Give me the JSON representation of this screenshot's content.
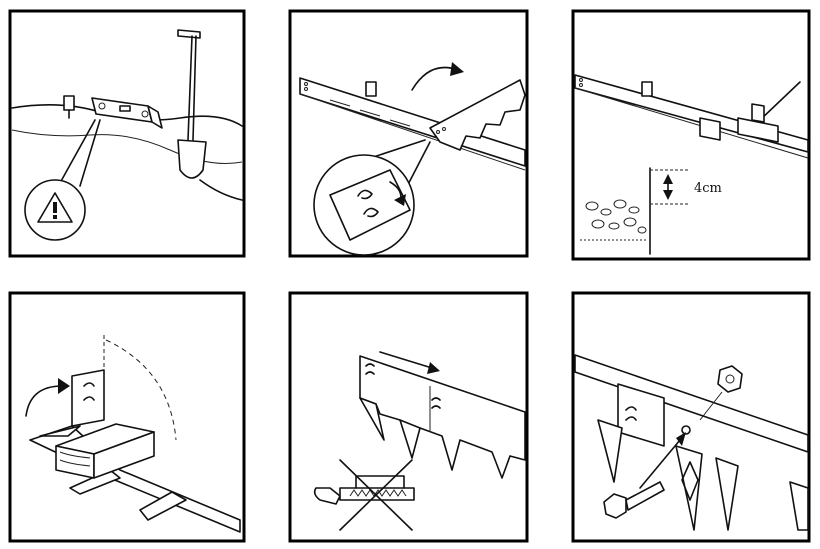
{
  "panels": [
    {
      "id": "step-1",
      "content": "level-and-spade"
    },
    {
      "id": "step-2",
      "content": "cutting-edging-strip"
    },
    {
      "id": "step-3",
      "content": "hammering-and-depth"
    },
    {
      "id": "step-4",
      "content": "bending-corner"
    },
    {
      "id": "step-5",
      "content": "no-hacksaw"
    },
    {
      "id": "step-6",
      "content": "bolt-and-nut"
    }
  ],
  "measurement": {
    "depth_label": "4cm"
  }
}
